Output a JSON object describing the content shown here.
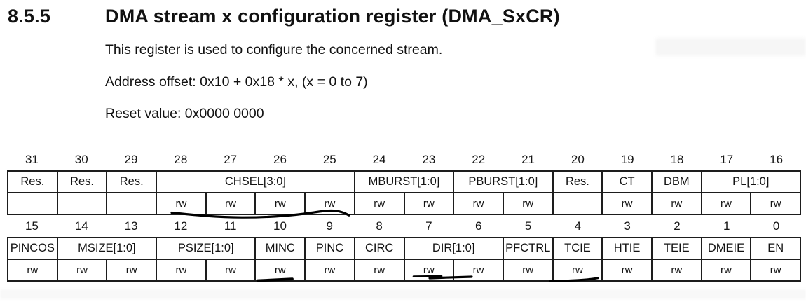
{
  "page": {
    "section_number": "8.5.5",
    "title": "DMA stream x configuration register (DMA_SxCR)",
    "description": "This register is used to configure the concerned stream.",
    "address_offset": "Address offset: 0x10 + 0x18 * x, (x = 0 to 7)",
    "reset_value": "Reset value: 0x0000 0000"
  },
  "colors": {
    "reserved_text": "#cfcfcf",
    "table_border": "#1d1d1d",
    "pen_annotation": "#000000"
  },
  "register_tables": [
    {
      "name": "bits-31-16",
      "bits": [
        "31",
        "30",
        "29",
        "28",
        "27",
        "26",
        "25",
        "24",
        "23",
        "22",
        "21",
        "20",
        "19",
        "18",
        "17",
        "16"
      ],
      "fields": [
        {
          "label": "Res.",
          "span": 1,
          "reserved": true
        },
        {
          "label": "Res.",
          "span": 1,
          "reserved": true
        },
        {
          "label": "Res.",
          "span": 1,
          "reserved": true
        },
        {
          "label": "CHSEL[3:0]",
          "span": 4,
          "reserved": false
        },
        {
          "label": "MBURST[1:0]",
          "span": 2,
          "reserved": false
        },
        {
          "label": "PBURST[1:0]",
          "span": 2,
          "reserved": false
        },
        {
          "label": "Res.",
          "span": 1,
          "reserved": true
        },
        {
          "label": "CT",
          "span": 1,
          "reserved": false
        },
        {
          "label": "DBM",
          "span": 1,
          "reserved": false
        },
        {
          "label": "PL[1:0]",
          "span": 2,
          "reserved": false
        }
      ],
      "access": [
        "",
        "",
        "",
        "rw",
        "rw",
        "rw",
        "rw",
        "rw",
        "rw",
        "rw",
        "rw",
        "",
        "rw",
        "rw",
        "rw",
        "rw"
      ]
    },
    {
      "name": "bits-15-0",
      "bits": [
        "15",
        "14",
        "13",
        "12",
        "11",
        "10",
        "9",
        "8",
        "7",
        "6",
        "5",
        "4",
        "3",
        "2",
        "1",
        "0"
      ],
      "fields": [
        {
          "label": "PINCOS",
          "span": 1,
          "reserved": false
        },
        {
          "label": "MSIZE[1:0]",
          "span": 2,
          "reserved": false
        },
        {
          "label": "PSIZE[1:0]",
          "span": 2,
          "reserved": false
        },
        {
          "label": "MINC",
          "span": 1,
          "reserved": false
        },
        {
          "label": "PINC",
          "span": 1,
          "reserved": false
        },
        {
          "label": "CIRC",
          "span": 1,
          "reserved": false
        },
        {
          "label": "DIR[1:0]",
          "span": 2,
          "reserved": false
        },
        {
          "label": "PFCTRL",
          "span": 1,
          "reserved": false
        },
        {
          "label": "TCIE",
          "span": 1,
          "reserved": false
        },
        {
          "label": "HTIE",
          "span": 1,
          "reserved": false
        },
        {
          "label": "TEIE",
          "span": 1,
          "reserved": false
        },
        {
          "label": "DMEIE",
          "span": 1,
          "reserved": false
        },
        {
          "label": "EN",
          "span": 1,
          "reserved": false
        }
      ],
      "access": [
        "rw",
        "rw",
        "rw",
        "rw",
        "rw",
        "rw",
        "rw",
        "rw",
        "rw",
        "rw",
        "rw",
        "rw",
        "rw",
        "rw",
        "rw",
        "rw"
      ]
    }
  ],
  "annotations": {
    "pen_marks": [
      {
        "name": "wavy-underline-chsel",
        "target": "rw cells of bits 28-25 (CHSEL[3:0])"
      },
      {
        "name": "underline-minc",
        "target": "rw cell of bit 10 (MINC)"
      },
      {
        "name": "double-underline-dir",
        "target": "rw cells of bits 7-6 (DIR[1:0])"
      },
      {
        "name": "underline-tcie",
        "target": "rw cell of bit 4 (TCIE)"
      }
    ]
  }
}
